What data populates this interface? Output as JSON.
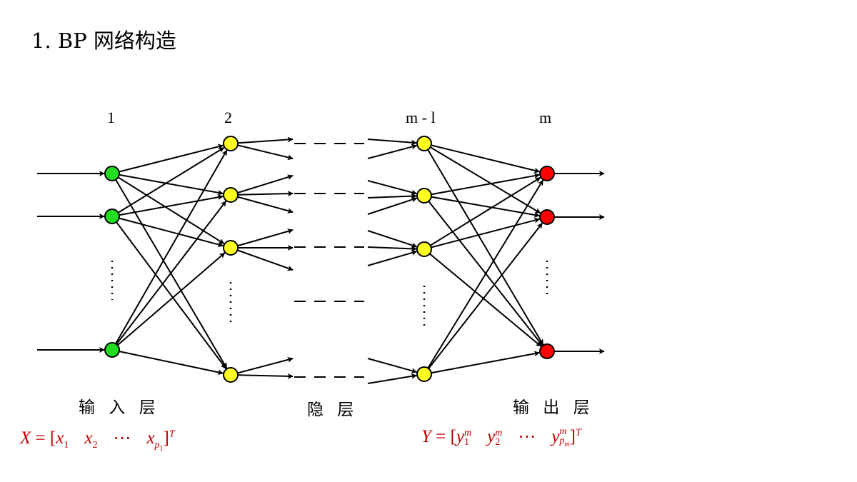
{
  "title": "1. BP 网络构造",
  "layer_labels": {
    "first": "1",
    "second": "2",
    "second_last": "m - l",
    "last": "m"
  },
  "group_labels": {
    "input": "输 入 层",
    "hidden": "隐 层",
    "output": "输 出 层"
  },
  "node_colors": {
    "input": "#22dd22",
    "hidden": "#ffff22",
    "output": "#ff0000",
    "stroke": "#000000"
  },
  "input_vector": {
    "lhs": "X",
    "eq": " = [",
    "x": "x",
    "s1": "1",
    "s2": "2",
    "dots": "⋯",
    "sp": "p",
    "sp1": "1",
    "close": "]",
    "T": "T"
  },
  "output_vector": {
    "lhs": "Y",
    "eq": " = [",
    "y": "y",
    "s1": "1",
    "s2": "2",
    "dots": "⋯",
    "sp": "p",
    "spm": "m",
    "m": "m",
    "close": "]",
    "T": "T"
  }
}
